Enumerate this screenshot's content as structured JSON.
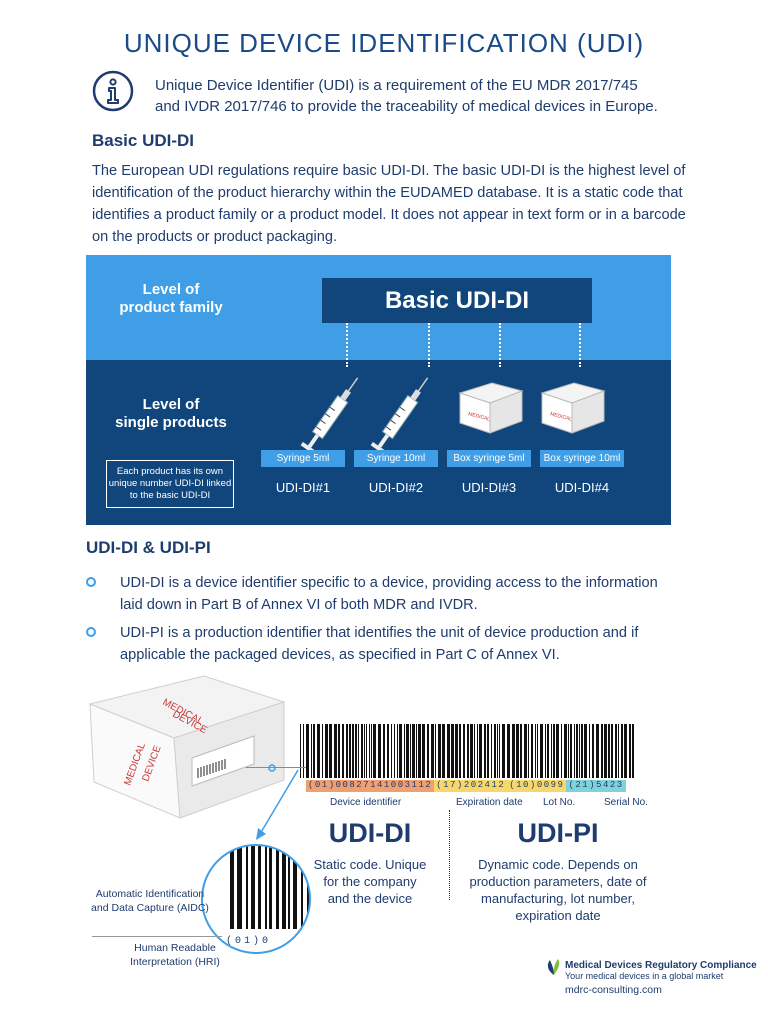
{
  "title": "UNIQUE DEVICE IDENTIFICATION (UDI)",
  "intro": {
    "line1": "Unique Device Identifier (UDI) is a requirement of the EU MDR 2017/745",
    "line2": "and IVDR 2017/746 to provide the traceability of medical devices in Europe."
  },
  "section1": {
    "heading": "Basic UDI-DI",
    "paragraph": "The European UDI regulations require basic UDI-DI. The basic UDI-DI is the highest level of identification of the product hierarchy within the EUDAMED database. It is a static code that identifies a product family or a product model. It does not appear in text form or in a barcode on the products or product packaging."
  },
  "diagram": {
    "level_family": [
      "Level of",
      "product family"
    ],
    "level_single": [
      "Level of",
      "single products"
    ],
    "basic_box": "Basic UDI-DI",
    "note": "Each product has its own unique number UDI-DI linked to the basic UDI-DI",
    "products": [
      {
        "name": "Syringe 5ml",
        "id": "UDI-DI#1"
      },
      {
        "name": "Syringe 10ml",
        "id": "UDI-DI#2"
      },
      {
        "name": "Box syringe 5ml",
        "id": "UDI-DI#3"
      },
      {
        "name": "Box syringe 10ml",
        "id": "UDI-DI#4"
      }
    ],
    "box_text": "MEDICAL DEVICE"
  },
  "section2": {
    "heading": "UDI-DI & UDI-PI",
    "bullets": [
      "UDI-DI is a device identifier specific to a device, providing access to the information laid down in Part B of Annex VI of both MDR and IVDR.",
      "UDI-PI is a production identifier that identifies the unit of device production and if applicable the packaged devices, as specified in Part C of Annex VI."
    ]
  },
  "barcode": {
    "hri_parts": [
      {
        "text": "(01)00827141003112",
        "color": "#f0a070"
      },
      {
        "text": "(17)202412",
        "color": "#f7d76a"
      },
      {
        "text": "(10)0099",
        "color": "#f7d76a"
      },
      {
        "text": "(21)5423",
        "color": "#7fd3d8"
      }
    ],
    "labels": {
      "device": "Device identifier",
      "expiration": "Expiration date",
      "lot": "Lot No.",
      "serial": "Serial No."
    },
    "udi_di": {
      "title": "UDI-DI",
      "desc": [
        "Static code. Unique",
        "for the company",
        "and the device"
      ]
    },
    "udi_pi": {
      "title": "UDI-PI",
      "desc": [
        "Dynamic code. Depends on",
        "production parameters, date of",
        "manufacturing, lot number,",
        "expiration date"
      ]
    },
    "aidc": [
      "Automatic Identification",
      "and Data Capture (AIDC)"
    ],
    "hri_label": [
      "Human Readable",
      "Interpretation (HRI)"
    ],
    "zoom_hri": "(01)0",
    "box_text": [
      "MEDICAL",
      "DEVICE"
    ]
  },
  "footer": {
    "name": "Medical Devices Regulatory Compliance",
    "tagline": "Your medical devices in a global market",
    "url": "mdrc-consulting.com"
  },
  "colors": {
    "navy": "#11467c",
    "blue": "#3f9ee6",
    "text": "#1e3c6e"
  }
}
